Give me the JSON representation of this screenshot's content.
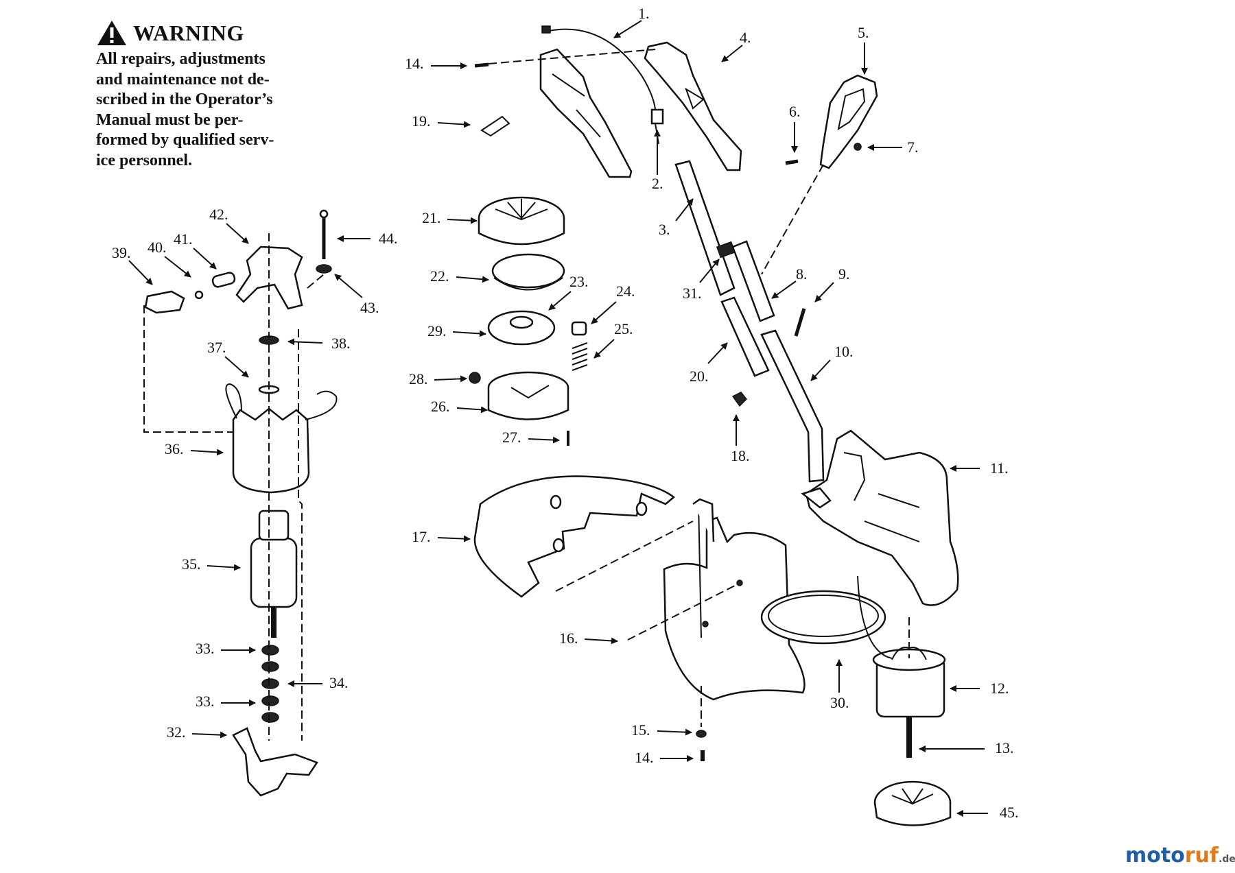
{
  "warning": {
    "icon": "warning-triangle-icon",
    "title": "WARNING",
    "lines": [
      "All repairs, adjustments",
      "and maintenance not de-",
      "scribed in the Operator’s",
      "Manual must be per-",
      "formed by qualified serv-",
      "ice personnel."
    ]
  },
  "parts": [
    {
      "id": "p1",
      "label": "1."
    },
    {
      "id": "p2",
      "label": "2."
    },
    {
      "id": "p3",
      "label": "3."
    },
    {
      "id": "p4",
      "label": "4."
    },
    {
      "id": "p5",
      "label": "5."
    },
    {
      "id": "p6",
      "label": "6."
    },
    {
      "id": "p7",
      "label": "7."
    },
    {
      "id": "p8",
      "label": "8."
    },
    {
      "id": "p9",
      "label": "9."
    },
    {
      "id": "p10",
      "label": "10."
    },
    {
      "id": "p11",
      "label": "11."
    },
    {
      "id": "p12",
      "label": "12."
    },
    {
      "id": "p13",
      "label": "13."
    },
    {
      "id": "p14a",
      "label": "14."
    },
    {
      "id": "p14b",
      "label": "14."
    },
    {
      "id": "p15",
      "label": "15."
    },
    {
      "id": "p16",
      "label": "16."
    },
    {
      "id": "p17",
      "label": "17."
    },
    {
      "id": "p18",
      "label": "18."
    },
    {
      "id": "p19",
      "label": "19."
    },
    {
      "id": "p20",
      "label": "20."
    },
    {
      "id": "p21",
      "label": "21."
    },
    {
      "id": "p22",
      "label": "22."
    },
    {
      "id": "p23",
      "label": "23."
    },
    {
      "id": "p24",
      "label": "24."
    },
    {
      "id": "p25",
      "label": "25."
    },
    {
      "id": "p26",
      "label": "26."
    },
    {
      "id": "p27",
      "label": "27."
    },
    {
      "id": "p28",
      "label": "28."
    },
    {
      "id": "p29",
      "label": "29."
    },
    {
      "id": "p30",
      "label": "30."
    },
    {
      "id": "p31",
      "label": "31."
    },
    {
      "id": "p32",
      "label": "32."
    },
    {
      "id": "p33a",
      "label": "33."
    },
    {
      "id": "p33b",
      "label": "33."
    },
    {
      "id": "p34",
      "label": "34."
    },
    {
      "id": "p35",
      "label": "35."
    },
    {
      "id": "p36",
      "label": "36."
    },
    {
      "id": "p37",
      "label": "37."
    },
    {
      "id": "p38",
      "label": "38."
    },
    {
      "id": "p39",
      "label": "39."
    },
    {
      "id": "p40",
      "label": "40."
    },
    {
      "id": "p41",
      "label": "41."
    },
    {
      "id": "p42",
      "label": "42."
    },
    {
      "id": "p43",
      "label": "43."
    },
    {
      "id": "p44",
      "label": "44."
    },
    {
      "id": "p45",
      "label": "45."
    }
  ],
  "brand": {
    "name_prefix": "moto",
    "name_suffix": "ruf",
    "tld": ".de",
    "colors": {
      "prefix": "#1f5fa8",
      "suffix": "#e07a1a"
    }
  }
}
